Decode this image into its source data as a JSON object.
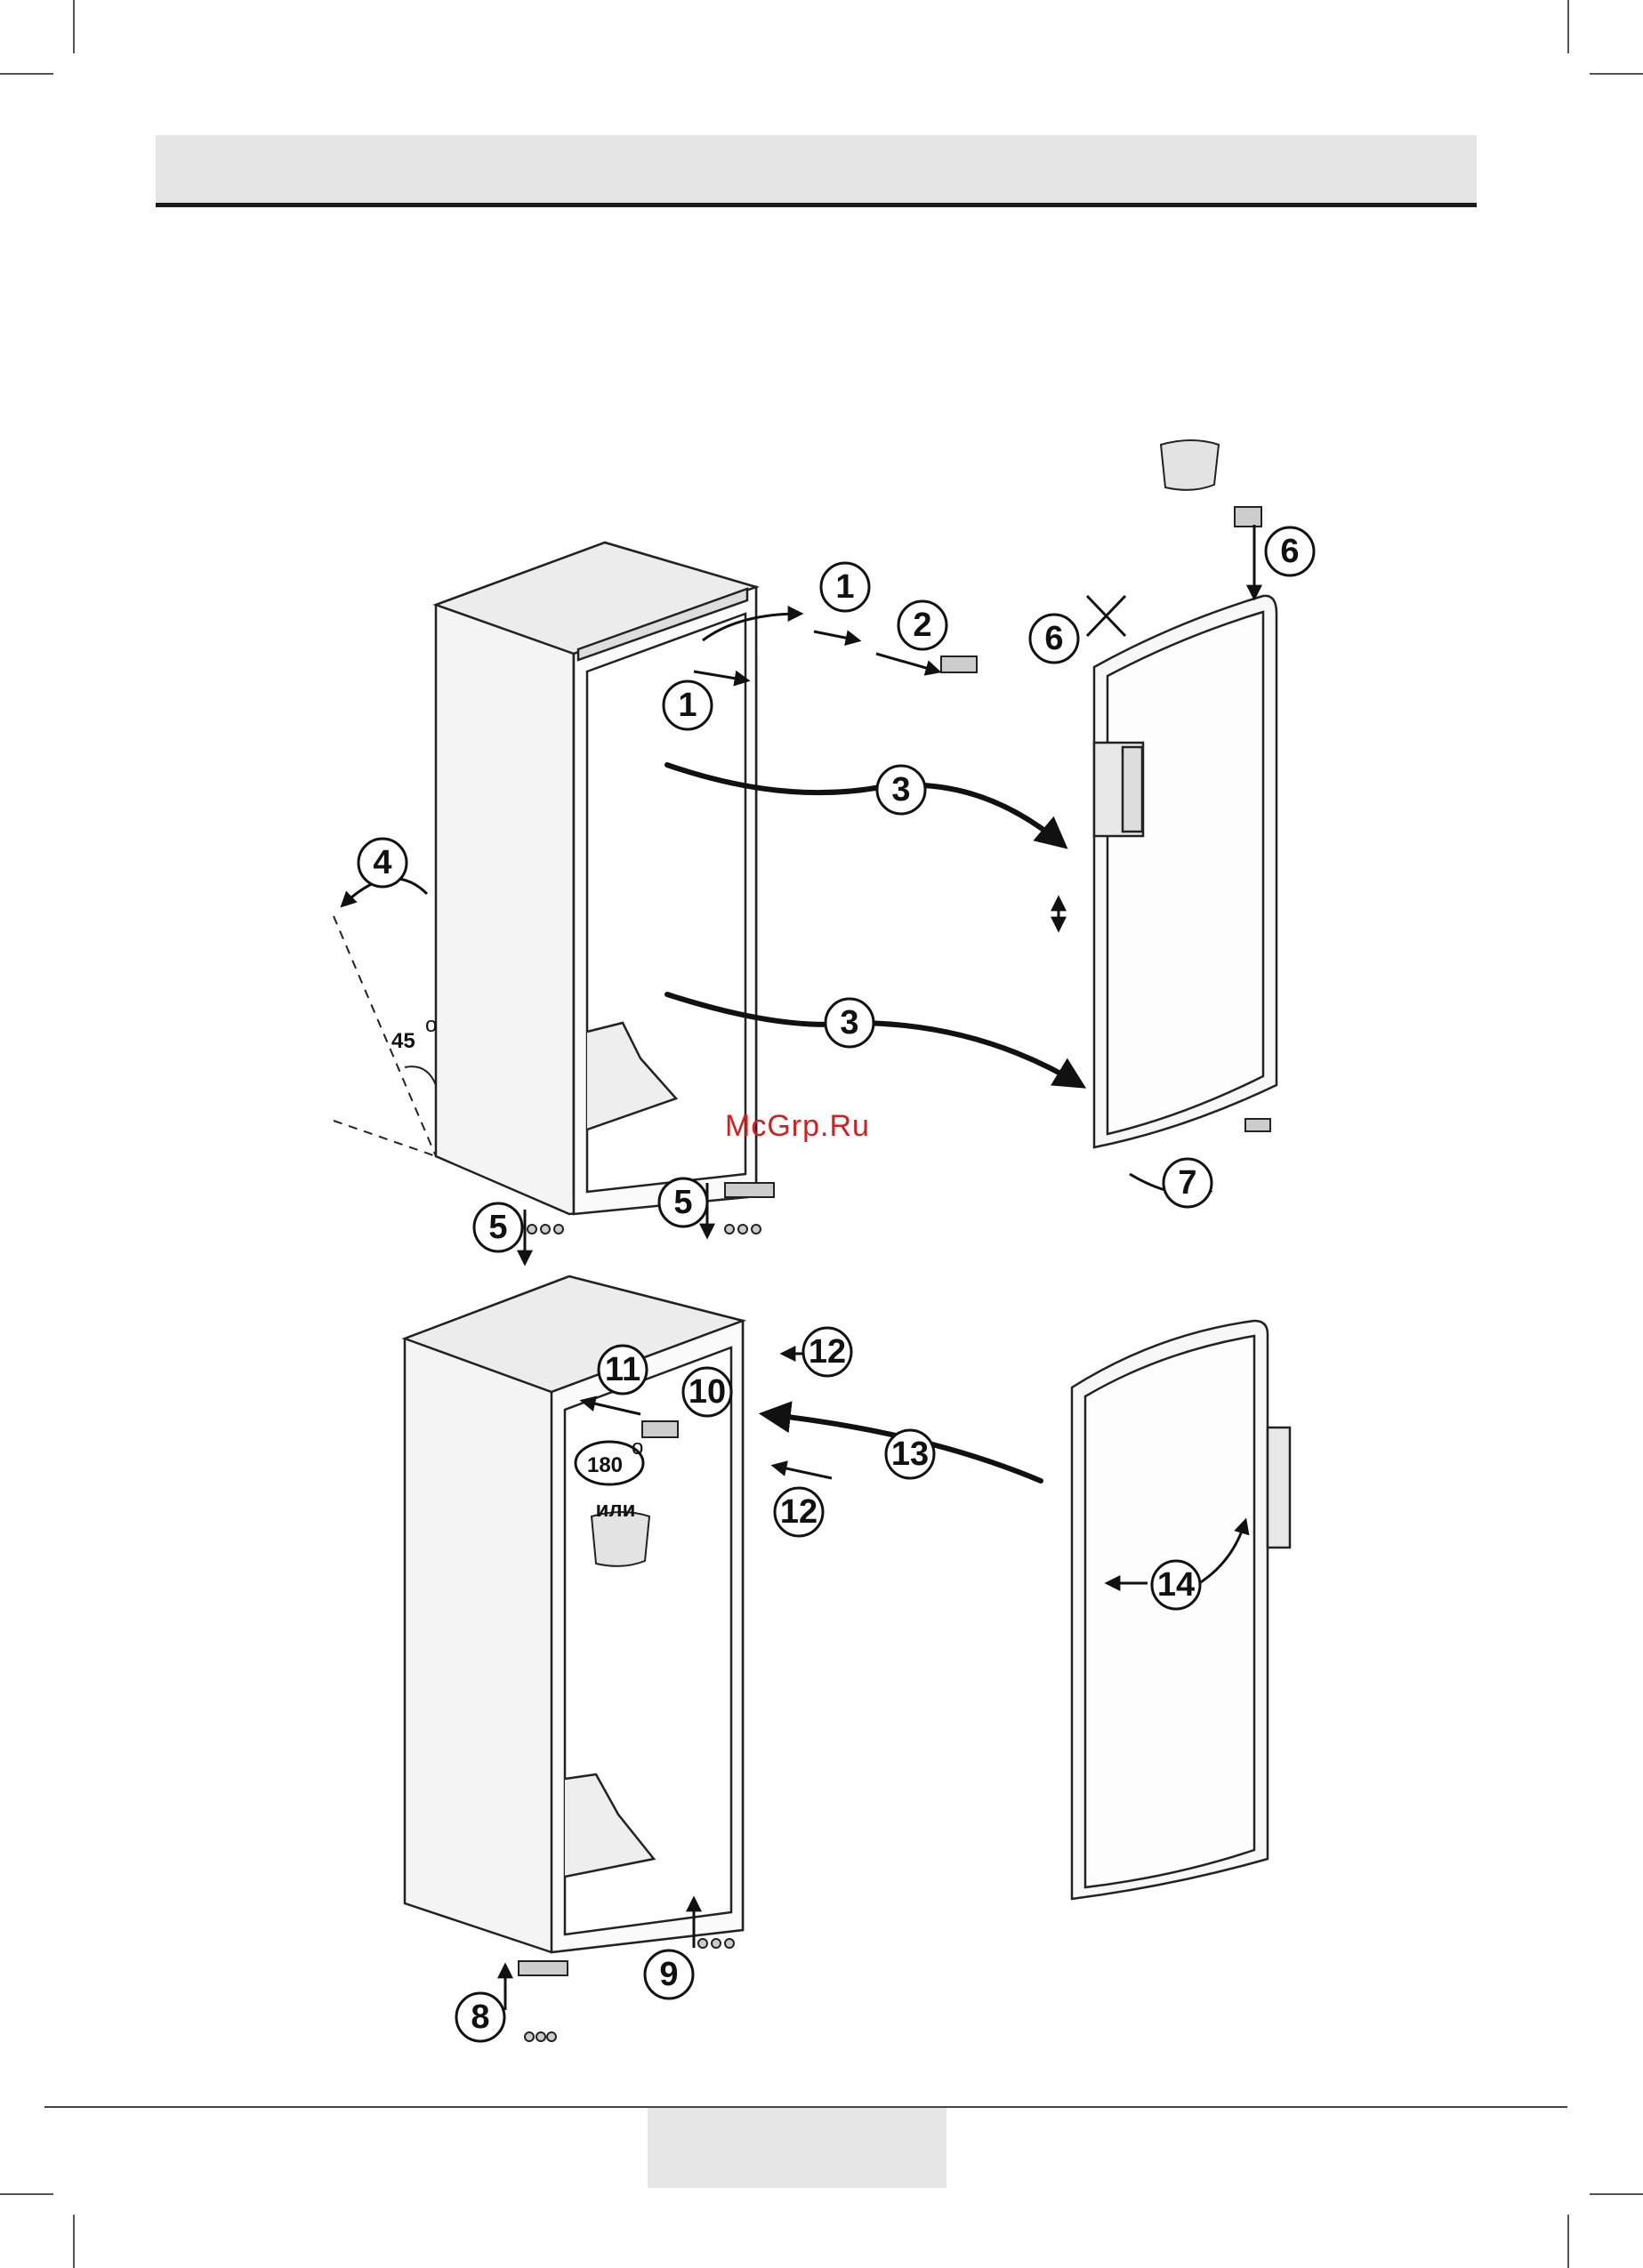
{
  "steps": [
    "1",
    "1",
    "2",
    "3",
    "3",
    "4",
    "5",
    "5",
    "6",
    "6",
    "7",
    "8",
    "9",
    "10",
    "11",
    "12",
    "12",
    "13",
    "14"
  ],
  "angle_label": "45",
  "rotation_label": "180",
  "or_label": "или",
  "watermark": "McGrp.Ru"
}
